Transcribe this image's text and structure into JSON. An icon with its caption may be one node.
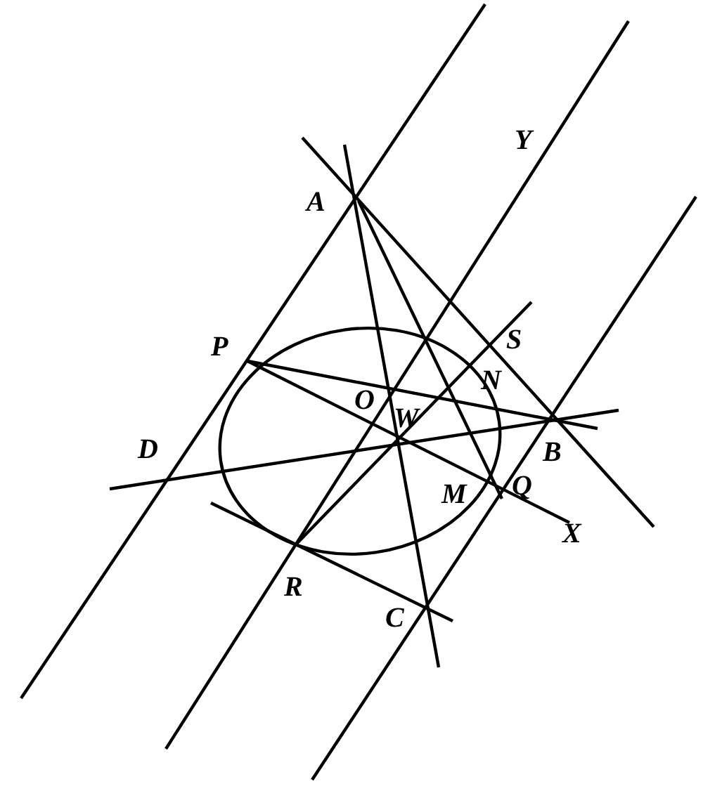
{
  "diagram": {
    "labels": [
      "Y",
      "A",
      "P",
      "S",
      "O",
      "N",
      "W",
      "D",
      "B",
      "M",
      "Q",
      "X",
      "R",
      "C"
    ]
  }
}
